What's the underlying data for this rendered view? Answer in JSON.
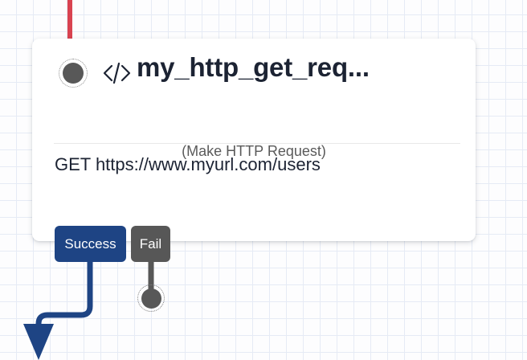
{
  "canvas": {
    "background_color": "#fdfdfe",
    "grid_color": "#e6ebf5",
    "grid_size": "21"
  },
  "node": {
    "title": "my_http_get_req...",
    "subtitle": "(Make HTTP Request)",
    "request_line": "GET https://www.myurl.com/users",
    "icon": "code-icon",
    "card_color": "#ffffff",
    "title_color": "#1c2333",
    "subtitle_color": "#5a5a5a",
    "input_handle": {
      "name": "input-handle",
      "color": "#585858"
    }
  },
  "ports": [
    {
      "label": "Success",
      "color": "#1e4484",
      "text_color": "#ffffff"
    },
    {
      "label": "Fail",
      "color": "#575757",
      "text_color": "#ffffff"
    }
  ],
  "connections": {
    "incoming_edge_color": "#d94350",
    "success_edge_color": "#1e4484",
    "fail_edge_color": "#575757",
    "fail_end_handle_color": "#585858"
  }
}
